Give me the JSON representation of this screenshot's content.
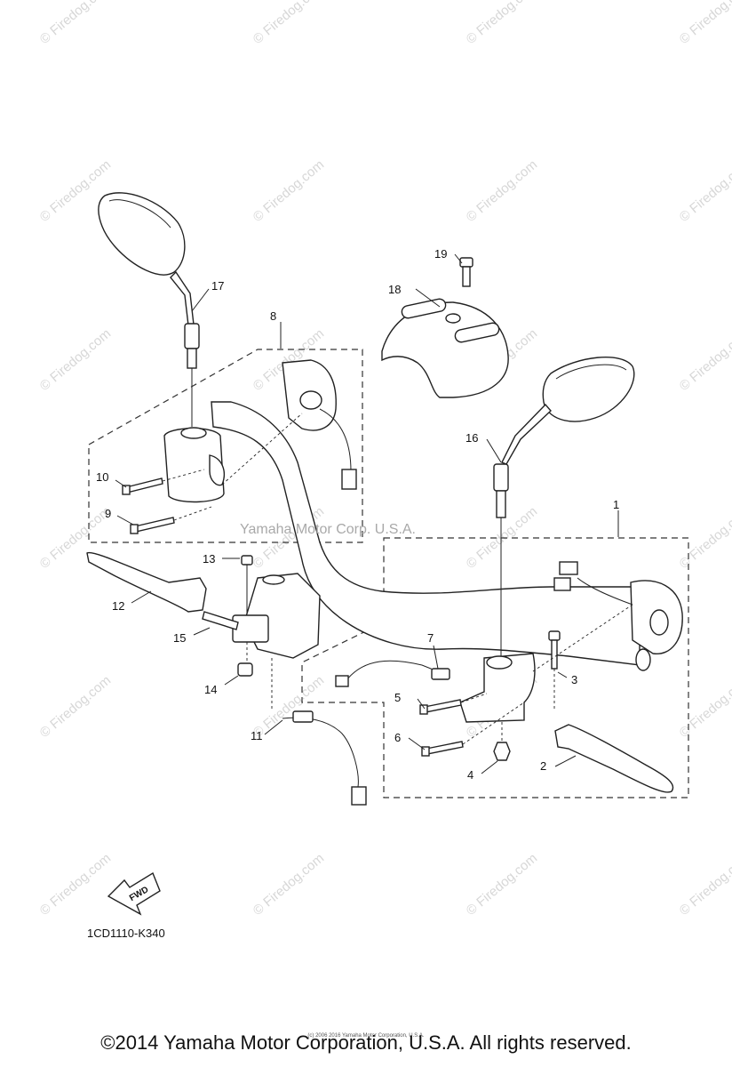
{
  "watermark": "© Firedog.com",
  "diagram_code": "1CD1110-K340",
  "fwd_arrow_label": "FWD",
  "center_mark": "Yamaha Motor Corp. U.S.A.",
  "footer": "©2014 Yamaha Motor Corporation, U.S.A. All rights reserved.",
  "footer_small": "(c) 2006 2016 Yamaha Motor Corporation, U.S.A.",
  "callouts": [
    "1",
    "2",
    "3",
    "4",
    "5",
    "6",
    "7",
    "8",
    "9",
    "10",
    "11",
    "12",
    "13",
    "14",
    "15",
    "16",
    "17",
    "18",
    "19"
  ]
}
